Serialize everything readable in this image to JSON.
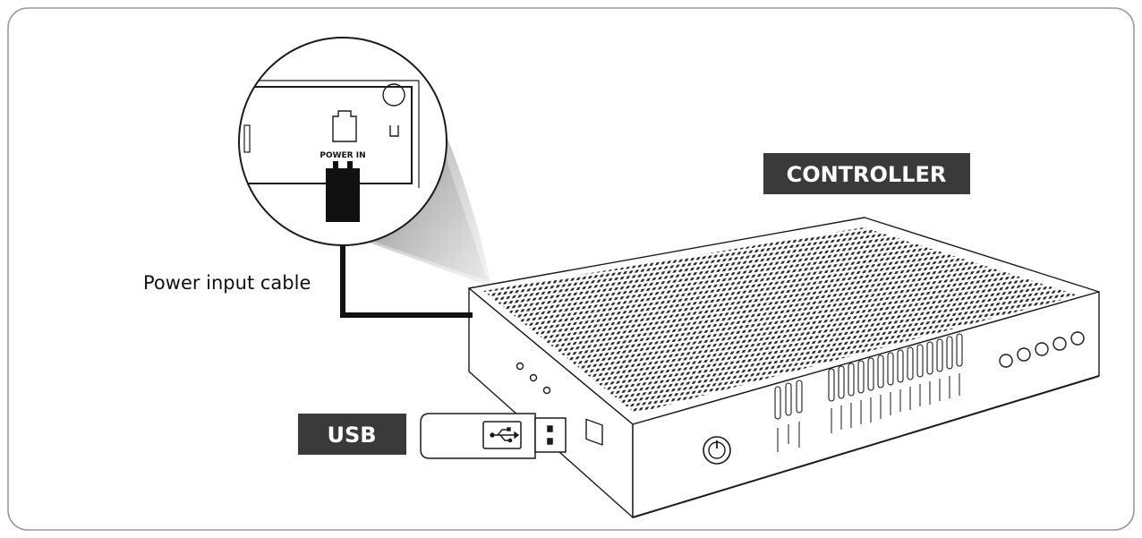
{
  "labels": {
    "controller": "CONTROLLER",
    "usb": "USB",
    "power_cable": "Power input cable",
    "power_in": "POWER IN"
  },
  "colors": {
    "frame": "#9a9a9a",
    "tag_fill": "#3a3a3a",
    "line": "#1a1a1a",
    "cable": "#111111"
  },
  "icons": {
    "usb_symbol": "usb-symbol-icon",
    "power_button": "power-button-icon"
  }
}
